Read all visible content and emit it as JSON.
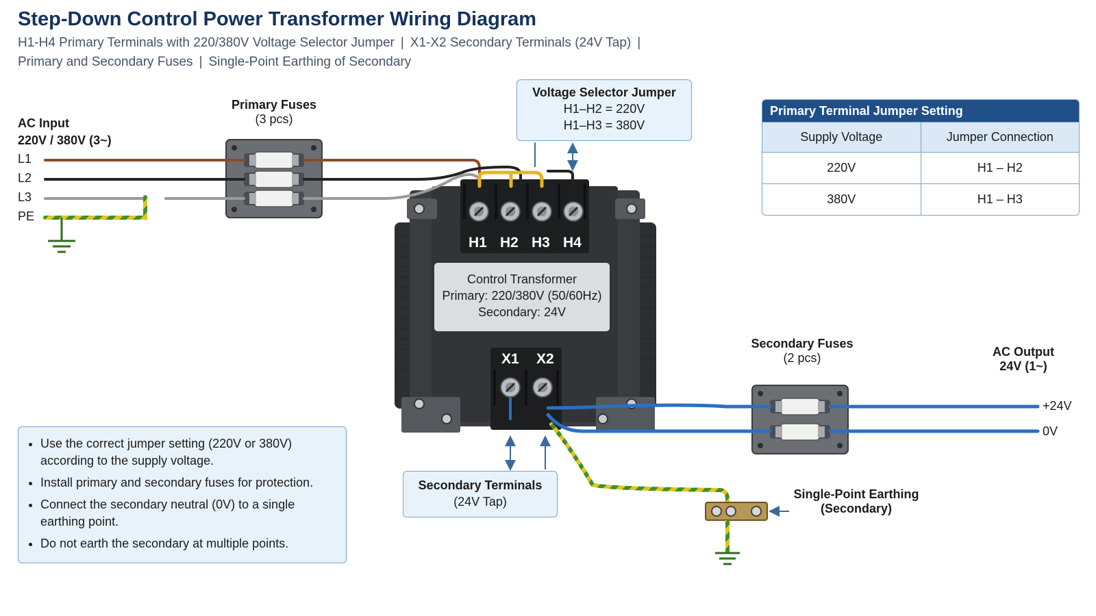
{
  "title": "Step-Down Control Power Transformer Wiring Diagram",
  "subtitle": {
    "line1": [
      "H1-H4 Primary Terminals with 220/380V Voltage Selector Jumper",
      "X1-X2 Secondary Terminals (24V Tap)"
    ],
    "line2": [
      "Primary and Secondary Fuses",
      "Single-Point Earthing of Secondary"
    ],
    "separator": "|"
  },
  "ac_input": {
    "title": "AC Input",
    "rating": "220V / 380V (3~)",
    "lines": [
      "L1",
      "L2",
      "L3",
      "PE"
    ]
  },
  "primary_fuses": {
    "title": "Primary Fuses",
    "count": "(3 pcs)"
  },
  "voltage_selector": {
    "title": "Voltage Selector Jumper",
    "line1": "H1–H2 = 220V",
    "line2": "H1–H3 = 380V"
  },
  "jumper_table": {
    "title": "Primary Terminal Jumper Setting",
    "headers": [
      "Supply Voltage",
      "Jumper Connection"
    ],
    "rows": [
      [
        "220V",
        "H1 – H2"
      ],
      [
        "380V",
        "H1 – H3"
      ]
    ]
  },
  "transformer": {
    "primary_terminals": [
      "H1",
      "H2",
      "H3",
      "H4"
    ],
    "secondary_terminals": [
      "X1",
      "X2"
    ],
    "name": "Control Transformer",
    "primary": "Primary: 220/380V (50/60Hz)",
    "secondary": "Secondary: 24V"
  },
  "secondary_fuses": {
    "title": "Secondary Fuses",
    "count": "(2 pcs)"
  },
  "ac_output": {
    "title": "AC Output",
    "rating": "24V (1~)",
    "plus": "+24V",
    "zero": "0V"
  },
  "secondary_terminals_callout": {
    "title": "Secondary Terminals",
    "sub": "(24V Tap)"
  },
  "earthing": {
    "title": "Single-Point Earthing",
    "sub": "(Secondary)"
  },
  "notes": [
    "Use the correct jumper setting (220V or 380V) according to the supply voltage.",
    "Install primary and secondary fuses for protection.",
    "Connect the secondary neutral (0V) to a single earthing point.",
    "Do not earth the secondary at multiple points."
  ],
  "colors": {
    "title": "#14325e",
    "l1": "#8b4a2b",
    "l2": "#222222",
    "l3": "#9a9a9a",
    "pe_green": "#3f8f2e",
    "pe_yellow": "#e3c51c",
    "jumper": "#e6b51f",
    "secondary_wire": "#2d6fc0",
    "callout_bg": "#e8f2fb",
    "table_header": "#1f4f86"
  }
}
